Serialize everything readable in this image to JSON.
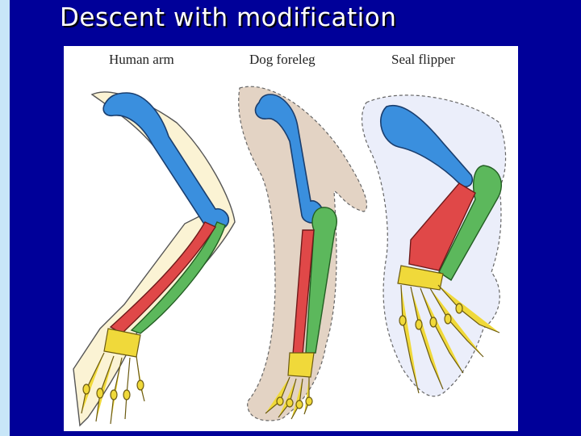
{
  "slide": {
    "title": "Descent with modification"
  },
  "figure": {
    "limbs": [
      {
        "label": "Human arm"
      },
      {
        "label": "Dog foreleg"
      },
      {
        "label": "Seal flipper"
      }
    ]
  },
  "colors": {
    "background": "#000099",
    "humerus": "#3a8fde",
    "radius": "#e04848",
    "ulna": "#5cb85c",
    "carpals_phalanges": "#f0d93a"
  }
}
